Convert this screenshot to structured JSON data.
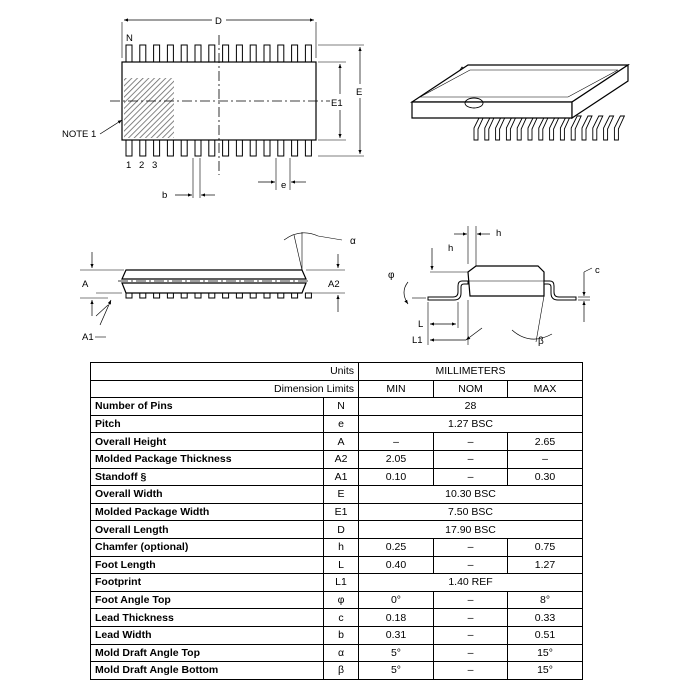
{
  "drawing": {
    "top_view": {
      "dim_D": "D",
      "dim_E": "E",
      "dim_E1": "E1",
      "dim_b": "b",
      "dim_e": "e",
      "pin_N": "N",
      "pin_1": "1",
      "pin_2": "2",
      "pin_3": "3",
      "note": "NOTE 1"
    },
    "side_view": {
      "dim_A": "A",
      "dim_A1": "A1",
      "dim_A2": "A2",
      "angle_alpha": "α"
    },
    "end_view": {
      "dim_h_left": "h",
      "dim_h_right": "h",
      "angle_phi": "φ",
      "dim_c": "c",
      "dim_L": "L",
      "dim_L1": "L1",
      "angle_beta": "β"
    }
  },
  "table": {
    "units_label": "Units",
    "units_value": "MILLIMETERS",
    "limits_label": "Dimension Limits",
    "min_label": "MIN",
    "nom_label": "NOM",
    "max_label": "MAX",
    "rows": [
      {
        "name": "Number of Pins",
        "symbol": "N",
        "span": "28"
      },
      {
        "name": "Pitch",
        "symbol": "e",
        "span": "1.27 BSC"
      },
      {
        "name": "Overall Height",
        "symbol": "A",
        "min": "–",
        "nom": "–",
        "max": "2.65"
      },
      {
        "name": "Molded Package Thickness",
        "symbol": "A2",
        "min": "2.05",
        "nom": "–",
        "max": "–"
      },
      {
        "name": "Standoff  §",
        "symbol": "A1",
        "min": "0.10",
        "nom": "–",
        "max": "0.30"
      },
      {
        "name": "Overall Width",
        "symbol": "E",
        "span": "10.30 BSC"
      },
      {
        "name": "Molded Package Width",
        "symbol": "E1",
        "span": "7.50 BSC"
      },
      {
        "name": "Overall Length",
        "symbol": "D",
        "span": "17.90 BSC"
      },
      {
        "name": "Chamfer (optional)",
        "symbol": "h",
        "min": "0.25",
        "nom": "–",
        "max": "0.75"
      },
      {
        "name": "Foot Length",
        "symbol": "L",
        "min": "0.40",
        "nom": "–",
        "max": "1.27"
      },
      {
        "name": "Footprint",
        "symbol": "L1",
        "span": "1.40 REF"
      },
      {
        "name": "Foot Angle Top",
        "symbol": "φ",
        "min": "0°",
        "nom": "–",
        "max": "8°"
      },
      {
        "name": "Lead Thickness",
        "symbol": "c",
        "min": "0.18",
        "nom": "–",
        "max": "0.33"
      },
      {
        "name": "Lead Width",
        "symbol": "b",
        "min": "0.31",
        "nom": "–",
        "max": "0.51"
      },
      {
        "name": "Mold Draft Angle Top",
        "symbol": "α",
        "min": "5°",
        "nom": "–",
        "max": "15°"
      },
      {
        "name": "Mold Draft Angle Bottom",
        "symbol": "β",
        "min": "5°",
        "nom": "–",
        "max": "15°"
      }
    ]
  }
}
